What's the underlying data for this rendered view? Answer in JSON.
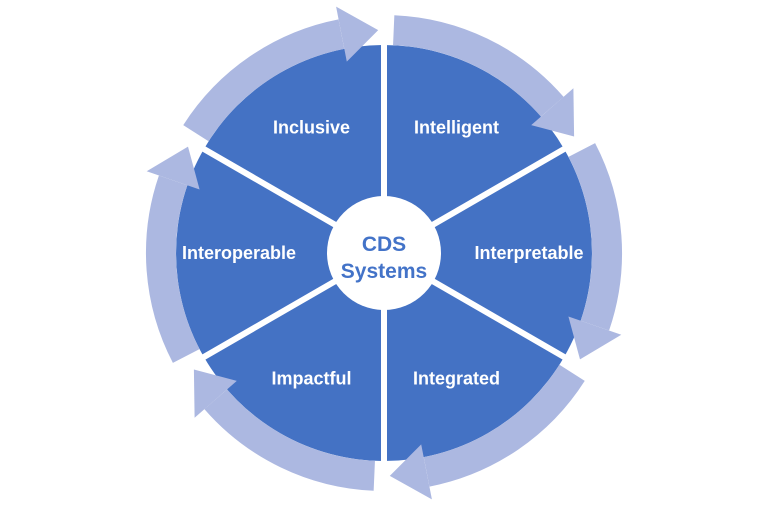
{
  "diagram": {
    "title": "CDS Systems cycle diagram",
    "flow_direction": "clockwise",
    "center": {
      "line1": "CDS",
      "line2": "Systems"
    },
    "segments": [
      {
        "id": "inclusive",
        "label": "Inclusive",
        "position": "top-left"
      },
      {
        "id": "intelligent",
        "label": "Intelligent",
        "position": "top-right"
      },
      {
        "id": "interpretable",
        "label": "Interpretable",
        "position": "right"
      },
      {
        "id": "integrated",
        "label": "Integrated",
        "position": "bottom-right"
      },
      {
        "id": "impactful",
        "label": "Impactful",
        "position": "bottom-left"
      },
      {
        "id": "interoperable",
        "label": "Interoperable",
        "position": "left"
      }
    ],
    "colors": {
      "wedge": "#4472C4",
      "ring": "#ACB8E1",
      "separator": "#FFFFFF",
      "label_text": "#FFFFFF",
      "center_fill": "#FFFFFF",
      "center_text": "#4373C8",
      "background": "#FFFFFF"
    }
  }
}
